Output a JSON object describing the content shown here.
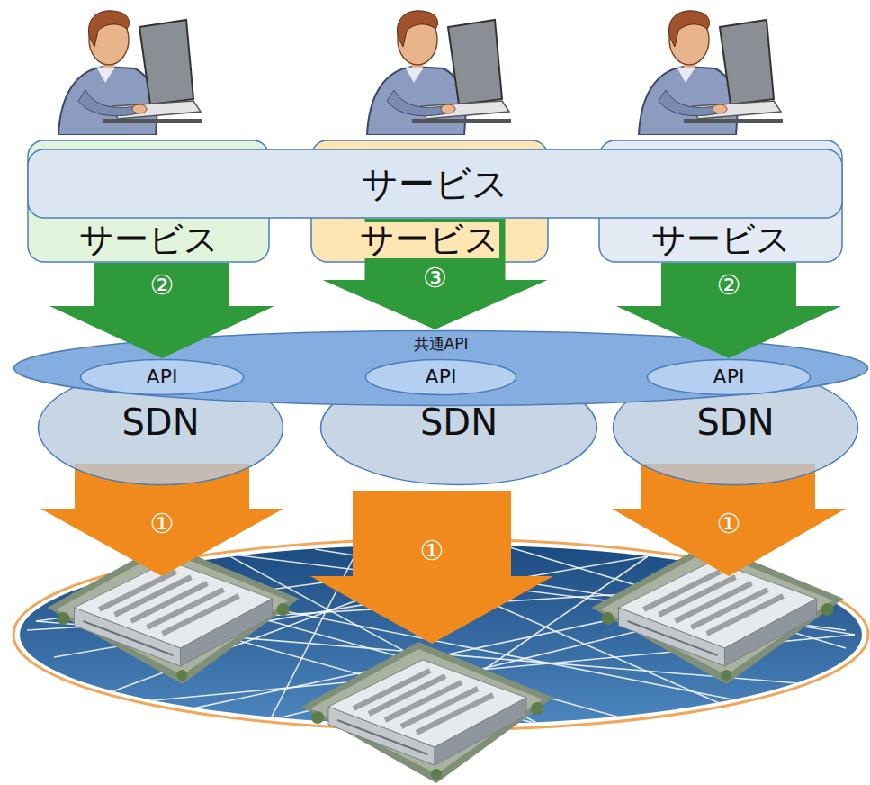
{
  "diagram": {
    "nodes": [
      {
        "text": [
          "サービス"
        ]
      },
      {
        "text": [
          "サービス"
        ]
      },
      {
        "text": [
          "サービス"
        ]
      },
      {
        "text": [
          "サービス"
        ]
      },
      {
        "text": [
          "共通API"
        ]
      },
      {
        "text": [
          "API"
        ],
        "in": 4
      },
      {
        "text": [
          "API"
        ],
        "in": 4
      },
      {
        "text": [
          "API"
        ],
        "in": 4
      },
      {
        "text": [
          "SDN"
        ]
      },
      {
        "text": [
          "SDN"
        ]
      },
      {
        "text": [
          "SDN"
        ]
      }
    ],
    "edges": [
      {
        "from": 0,
        "to": 5,
        "label": "②",
        "arrow": "to"
      },
      {
        "from": 3,
        "to": 4,
        "label": "③",
        "arrow": "to"
      },
      {
        "from": 2,
        "to": 7,
        "label": "②",
        "arrow": "to"
      }
    ],
    "labels": [
      "①",
      "①",
      "①"
    ]
  }
}
